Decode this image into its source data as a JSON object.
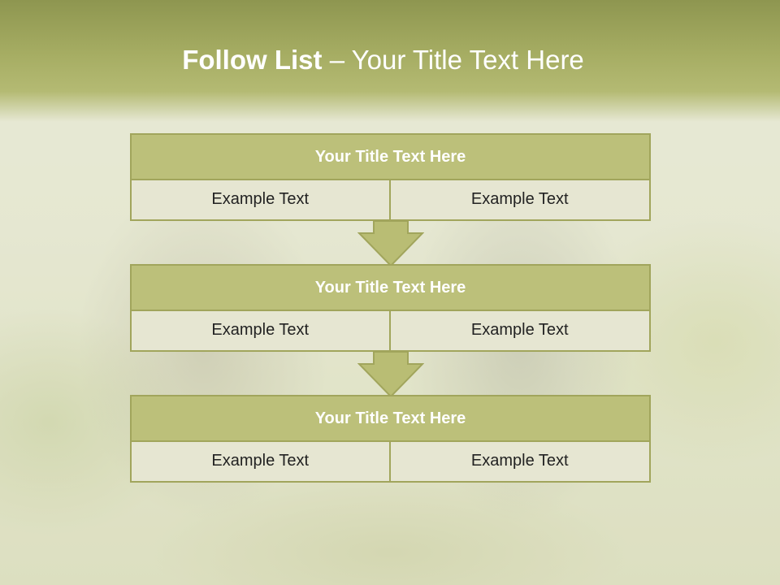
{
  "slide": {
    "title": {
      "bold": "Follow List",
      "rest": " – Your Title Text Here"
    },
    "colors": {
      "band": "#a6ad63",
      "header_fill": "#bcc07a",
      "cell_fill": "#e6e6d2",
      "border": "#a1a55c",
      "arrow_fill": "#b9bd74"
    },
    "blocks": [
      {
        "header": "Your Title Text Here",
        "cells": [
          "Example Text",
          "Example Text"
        ]
      },
      {
        "header": "Your Title Text Here",
        "cells": [
          "Example Text",
          "Example Text"
        ]
      },
      {
        "header": "Your Title Text Here",
        "cells": [
          "Example Text",
          "Example Text"
        ]
      }
    ],
    "arrows": [
      "arrow-down-icon",
      "arrow-down-icon"
    ]
  }
}
